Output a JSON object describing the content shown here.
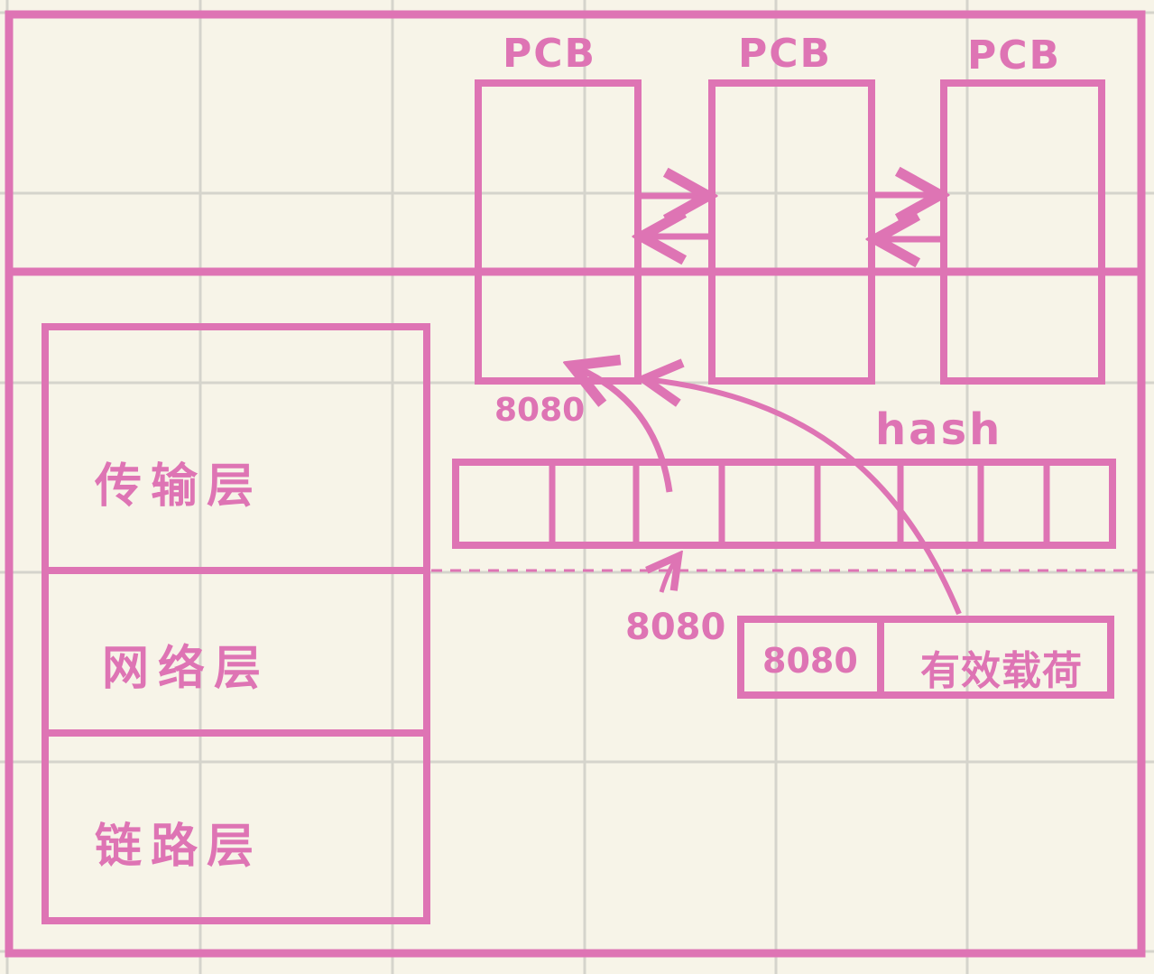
{
  "colors": {
    "paper": "#f7f4e8",
    "grid": "#d5d4cc",
    "ink": "#de74b4"
  },
  "pcbs": [
    {
      "label": "PCB"
    },
    {
      "label": "PCB"
    },
    {
      "label": "PCB"
    }
  ],
  "layers": [
    {
      "label": "传输层"
    },
    {
      "label": "网络层"
    },
    {
      "label": "链路层"
    }
  ],
  "hash": {
    "label": "hash",
    "cells": 8
  },
  "port_pcb": "8080",
  "port_hash": "8080",
  "packet": {
    "port": "8080",
    "payload": "有效载荷"
  }
}
